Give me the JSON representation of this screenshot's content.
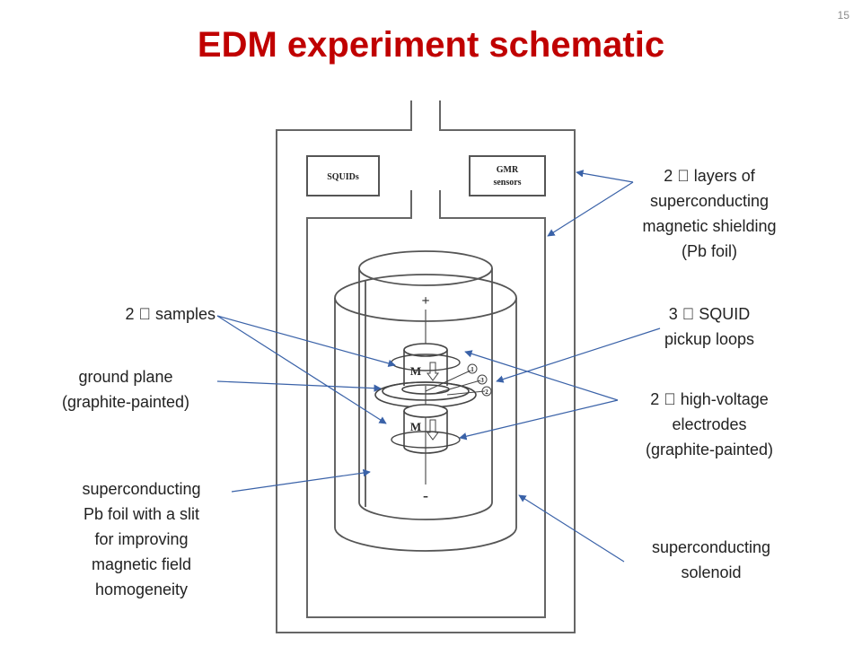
{
  "slide": {
    "number": "15",
    "title": "EDM experiment schematic"
  },
  "figure": {
    "squids_box": "SQUIDs",
    "gmr_box_line1": "GMR",
    "gmr_box_line2": "sensors",
    "plus_sign": "+",
    "minus_sign": "-",
    "magnet_label_top": "M",
    "magnet_label_bottom": "M",
    "loop_1": "1",
    "loop_2": "2",
    "loop_3": "3"
  },
  "labels": {
    "shielding": "2  layers of\nsuperconducting\nmagnetic shielding\n(Pb foil)",
    "squid_loops": "3  SQUID\npickup loops",
    "electrodes": "2  high-voltage\nelectrodes\n(graphite-painted)",
    "solenoid": "superconducting\nsolenoid",
    "samples": "2  samples",
    "ground_plane": "ground plane\n(graphite-painted)",
    "pb_foil": "superconducting\nPb foil with a slit\nfor improving\nmagnetic field\nhomogeneity"
  },
  "colors": {
    "title": "#c00000",
    "arrow": "#3a62a8",
    "drawing": "#555555"
  }
}
